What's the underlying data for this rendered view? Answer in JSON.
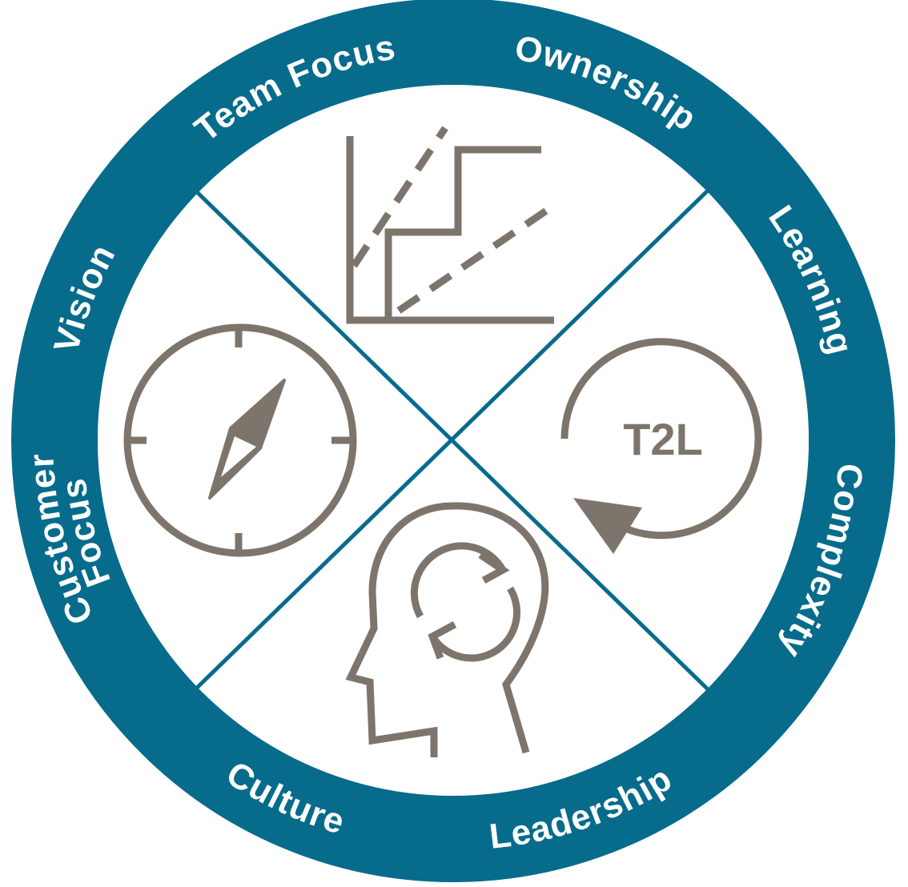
{
  "colors": {
    "ring": "#076b8c",
    "icon": "#7d756c",
    "label": "#ffffff"
  },
  "ring_labels": [
    {
      "text": "Team Focus",
      "angle": -24,
      "dir": "cw",
      "line": "outer"
    },
    {
      "text": "Ownership",
      "angle": 23,
      "dir": "cw",
      "line": "outer"
    },
    {
      "text": "Learning",
      "angle": 66,
      "dir": "cw",
      "line": "outer"
    },
    {
      "text": "Complexity",
      "angle": 108,
      "dir": "cw",
      "line": "outer"
    },
    {
      "text": "Leadership",
      "angle": 161,
      "dir": "ccw",
      "line": "outer"
    },
    {
      "text": "Culture",
      "angle": 205,
      "dir": "ccw",
      "line": "outer"
    },
    {
      "text": "Customer",
      "angle": 256,
      "dir": "cw",
      "line": "outer"
    },
    {
      "text": "Focus",
      "angle": 256,
      "dir": "cw",
      "line": "inner"
    },
    {
      "text": "Vision",
      "angle": 291,
      "dir": "cw",
      "line": "outer"
    }
  ],
  "quadrants": {
    "top": {
      "icon": "step-chart-icon"
    },
    "left": {
      "icon": "compass-icon"
    },
    "right": {
      "icon": "cycle-arrow-icon",
      "text": "T2L"
    },
    "bottom": {
      "icon": "head-cycle-icon"
    }
  }
}
